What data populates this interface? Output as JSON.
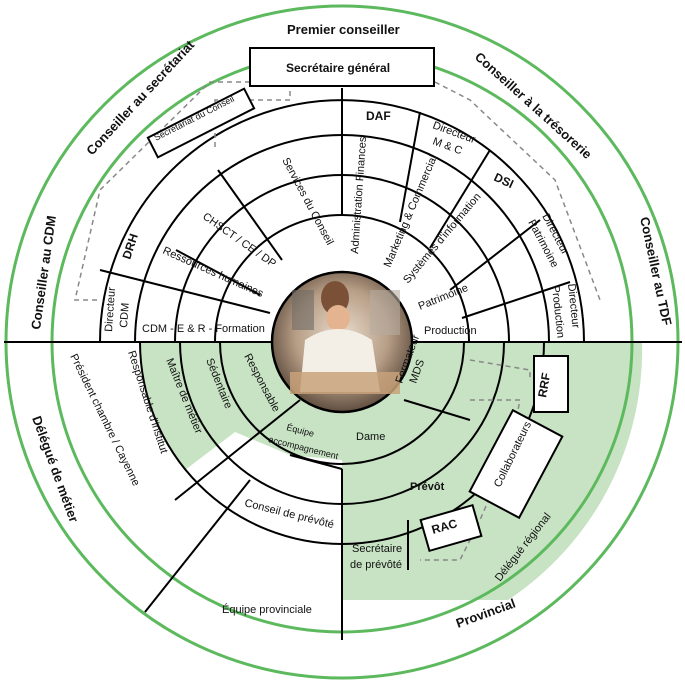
{
  "outer_ring": {
    "premier_conseiller": "Premier conseiller",
    "conseiller_secretariat": "Conseiller au secrétariat",
    "conseiller_tresorerie": "Conseiller à la trésorerie",
    "conseiller_cdm": "Conseiller au CDM",
    "conseiller_tdf": "Conseiller au TDF",
    "delegue_metier": "Délégué de métier",
    "provincial": "Provincial"
  },
  "top_boxes": {
    "secretaire_general": "Secrétaire général",
    "secretariat_conseil": "Secrétariat du Conseil",
    "daf": "DAF",
    "dsi": "DSI",
    "drh": "DRH",
    "directeur_mc": [
      "Directeur",
      "M & C"
    ],
    "directeur_patrimoine": [
      "Directeur",
      "Patrimoine"
    ],
    "directeur_production": [
      "Directeur",
      "Production"
    ],
    "directeur_cdm": [
      "Directeur",
      "CDM"
    ]
  },
  "inner_sectors": {
    "services_conseil": "Services du Conseil",
    "chsct": "CHSCT / CE / DP",
    "ressources_humaines": "Ressources humaines",
    "cdm_formation": "CDM - E & R - Formation",
    "administration_finances": "Administration Finances",
    "marketing": "Marketing & Commercial",
    "systemes_information": "Systèmes d'information",
    "patrimoine": "Patrimoine",
    "production": "Production"
  },
  "lower_left": {
    "responsable": "Responsable",
    "sedentaire": "Sédentaire",
    "maitre_metier": "Maître de métier",
    "responsable_institut": "Responsable d'institut",
    "president_chambre": "Président chambre / Cayenne",
    "equipe_accompagnement": [
      "Équipe",
      "accompagnement"
    ],
    "conseil_prevote": "Conseil de prévôté",
    "equipe_provinciale": "Équipe provinciale"
  },
  "lower_right": {
    "formateur_mds": [
      "Formateur",
      "MDS"
    ],
    "dame": "Dame",
    "prevot": "Prévôt",
    "rrf": "RRF",
    "collaborateurs": "Collaborateurs",
    "rac": "RAC",
    "secretaire_prevote": [
      "Secrétaire",
      "de prévôté"
    ],
    "delegue_regional": "Délégué régional"
  },
  "colors": {
    "green_fill": "#c7e3c3",
    "green_line": "#5db95d",
    "line": "#000000",
    "dash": "#888888"
  }
}
